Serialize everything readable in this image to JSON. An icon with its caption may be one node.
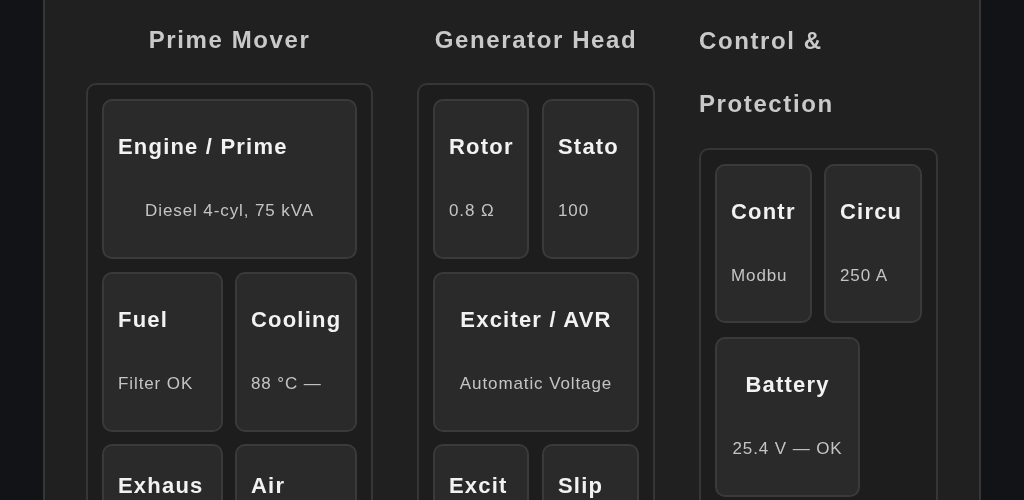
{
  "diagram": {
    "nodes": [
      {
        "text": [
          "Prime Mover"
        ]
      },
      {
        "text": [
          "Engine / Prime",
          "Diesel 4-cyl, 75 kVA"
        ],
        "in": 0
      },
      {
        "text": [
          "Fuel",
          "Filter OK"
        ],
        "in": 0
      },
      {
        "text": [
          "Cooling",
          "88 °C —"
        ],
        "in": 0
      },
      {
        "text": [
          "Exhaus"
        ],
        "in": 0
      },
      {
        "text": [
          "Air"
        ],
        "in": 0
      },
      {
        "text": [
          "Generator Head"
        ]
      },
      {
        "text": [
          "Rotor",
          "0.8 Ω"
        ],
        "in": 6
      },
      {
        "text": [
          "Stato",
          "100"
        ],
        "in": 6
      },
      {
        "text": [
          "Exciter / AVR",
          "Automatic Voltage"
        ],
        "in": 6
      },
      {
        "text": [
          "Excit"
        ],
        "in": 6
      },
      {
        "text": [
          "Slip"
        ],
        "in": 6
      },
      {
        "text": [
          "Control & Protection"
        ]
      },
      {
        "text": [
          "Contr",
          "Modbu"
        ],
        "in": 12
      },
      {
        "text": [
          "Circu",
          "250 A"
        ],
        "in": 12
      },
      {
        "text": [
          "Battery",
          "25.4 V — OK"
        ],
        "in": 12
      }
    ]
  }
}
